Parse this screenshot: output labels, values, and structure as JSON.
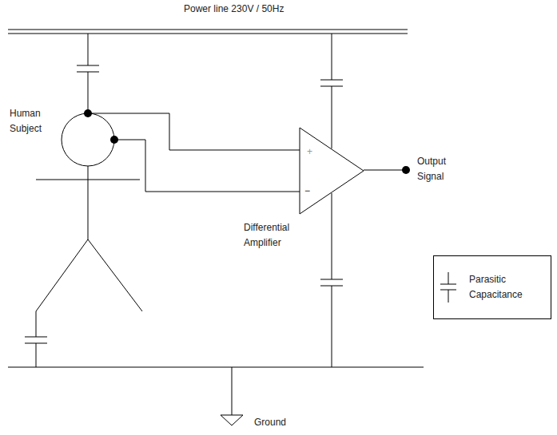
{
  "diagram": {
    "nodes": [
      {
        "text": [
          "Human Subject"
        ]
      },
      {
        "text": [
          "+",
          "−",
          "Differential Amplifier"
        ]
      }
    ],
    "edges": [
      {
        "from": 0,
        "to": 1,
        "arrow": "none"
      },
      {
        "from": 0,
        "to": 1,
        "arrow": "none"
      }
    ],
    "labels": [
      "Power line 230V / 50Hz",
      "Output Signal",
      "Ground"
    ],
    "legend": [
      {
        "text": "Parasitic Capacitance"
      }
    ]
  }
}
